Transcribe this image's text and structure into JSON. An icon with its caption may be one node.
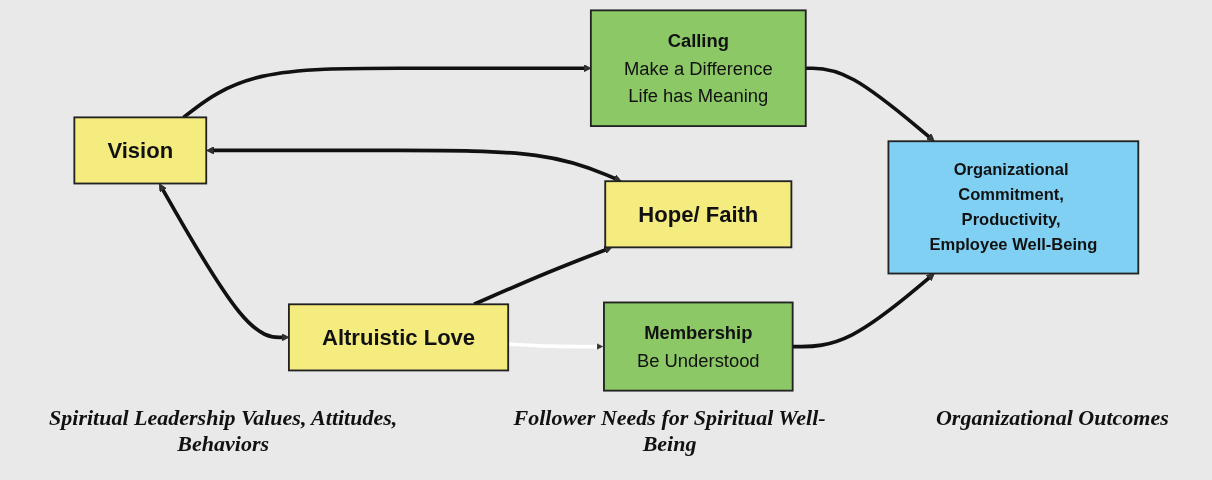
{
  "diagram": {
    "nodes": [
      {
        "text": [
          "Vision"
        ]
      },
      {
        "text": [
          "Calling",
          "Make a Difference",
          "Life has Meaning"
        ]
      },
      {
        "text": [
          "Organizational Commitment, Productivity, Employee Well-Being"
        ]
      },
      {
        "text": [
          "Hope/ Faith"
        ]
      },
      {
        "text": [
          "Altruistic Love"
        ]
      },
      {
        "text": [
          "Membership",
          "Be Understood"
        ]
      }
    ],
    "edges": [
      {
        "from": 0,
        "to": 1,
        "arrow": "to"
      },
      {
        "from": 0,
        "to": 3,
        "arrow": "both"
      },
      {
        "from": 0,
        "to": 4,
        "arrow": "both"
      },
      {
        "from": 4,
        "to": 3,
        "arrow": "to"
      },
      {
        "from": 4,
        "to": 5,
        "arrow": "to",
        "color": "#ffffff"
      },
      {
        "from": 1,
        "to": 2,
        "arrow": "to"
      },
      {
        "from": 5,
        "to": 2,
        "arrow": "to"
      }
    ],
    "labels": [
      "Spiritual Leadership Values, Attitudes, Behaviors",
      "Follower Needs for Spiritual Well-Being",
      "Organizational Outcomes"
    ]
  }
}
